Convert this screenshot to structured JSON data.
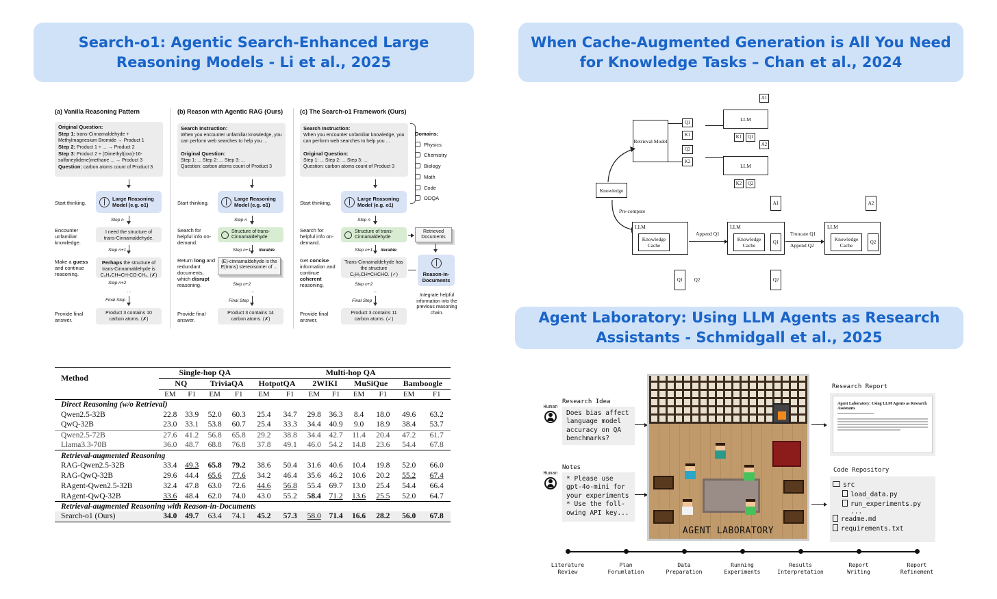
{
  "titles": {
    "search_o1": "Search-o1: Agentic Search-Enhanced Large Reasoning Models - Li et al., 2025",
    "cag": "When Cache-Augmented Generation is All You Need for Knowledge Tasks – Chan et al., 2024",
    "agent_lab": "Agent Laboratory: Using LLM Agents as Research Assistants - Schmidgall et al., 2025"
  },
  "search_o1_figure": {
    "columns": [
      "(a) Vanilla Reasoning Pattern",
      "(b) Reason with Agentic RAG (Ours)",
      "(c) The Search-o1 Framework (Ours)"
    ],
    "original_question": {
      "title": "Original Question:",
      "step1_label": "Step 1:",
      "step1": "trans-Cinnamaldehyde + Methylmagnesium Bromide → Product 1",
      "step2_label": "Step 2:",
      "step2": "Product 1 + ... → Product 2",
      "step3_label": "Step 3:",
      "step3": "Product 2 + (Dimethyl(oxo)-16-sulfaneylidene)methane ... → Product 3",
      "question_label": "Question:",
      "question": "carbon atoms count of Product 3"
    },
    "search_instruction": {
      "title": "Search Instruction:",
      "text": "When you encounter unfamiliar knowledge, you can perform web searches to help you ...",
      "oq_title": "Original Question:",
      "oq_steps": "Step 1: ... Step 2: ... Step 3: ...",
      "oq_question": "Question: carbon atoms count of Product 3"
    },
    "row_labels": {
      "start": "Start thinking.",
      "encounter": "Encounter unfamiliar knowledge.",
      "search": "Search for helpful info on-demand.",
      "guess_a": "Make a ",
      "guess_b": "guess",
      "guess_c": " and continue reasoning.",
      "return_a": "Return ",
      "return_b": "long",
      "return_c": " and redundant documents, which ",
      "return_d": "disrupt",
      "return_e": " reasoning.",
      "concise_a": "Get ",
      "concise_b": "concise",
      "concise_c": " information and continue ",
      "concise_d": "coherent",
      "concise_e": " reasoning.",
      "final": "Provide final answer."
    },
    "model_label": "Large Reasoning Model (e.g. o1)",
    "steps": {
      "n": "Step n",
      "n1": "Step n+1",
      "n2": "Step n+2",
      "final": "Final Step",
      "dots": "...",
      "iterable": "iterable"
    },
    "need_structure": "I need the structure of trans-Cinnamaldehyde.",
    "guess_text_a": "Perhaps",
    "guess_text_b": " the structure of trans-Cinnamaldehyde is C₉H₈CH=CH-CO-CH₃. (✗)",
    "search_query": "Structure of trans-Cinnamaldehyde",
    "rag_doc": "(E)-cinnamaldehyde is the E(trans) stereoisomer of ...",
    "o1_result": "Trans-Cinnamaldehyde has the structure C₆H₅CH=CHCHO. (✓)",
    "final_a": "Product 3 contains 10 carbon atoms. (✗)",
    "final_b": "Product 3 contains 14 carbon atoms. (✗)",
    "final_c": "Product 3 contains 11 carbon atoms. (✓)",
    "retrieved_docs": "Retrieved Documents",
    "reason_in_docs": "Reason-in-Documents",
    "integrate": "Integrate helpful information into the previous reasoning chain.",
    "domains_title": "Domains:",
    "domains": [
      "Physics",
      "Chemistry",
      "Biology",
      "Math",
      "Code",
      "ODQA"
    ]
  },
  "search_o1_table": {
    "group_headers": {
      "single": "Single-hop QA",
      "multi": "Multi-hop QA"
    },
    "method_header": "Method",
    "datasets": [
      "NQ",
      "TriviaQA",
      "HotpotQA",
      "2WIKI",
      "MuSiQue",
      "Bamboogle"
    ],
    "metrics": [
      "EM",
      "F1"
    ],
    "sections": [
      {
        "title": "Direct Reasoning (w/o Retrieval)",
        "rows": [
          {
            "method": "Qwen2.5-32B",
            "values": [
              "22.8",
              "33.9",
              "52.0",
              "60.3",
              "25.4",
              "34.7",
              "29.8",
              "36.3",
              "8.4",
              "18.0",
              "49.6",
              "63.2"
            ]
          },
          {
            "method": "QwQ-32B",
            "values": [
              "23.0",
              "33.1",
              "53.8",
              "60.7",
              "25.4",
              "33.3",
              "34.4",
              "40.9",
              "9.0",
              "18.9",
              "38.4",
              "53.7"
            ]
          }
        ],
        "extra_rows": [
          {
            "method": "Qwen2.5-72B",
            "values": [
              "27.6",
              "41.2",
              "56.8",
              "65.8",
              "29.2",
              "38.8",
              "34.4",
              "42.7",
              "11.4",
              "20.4",
              "47.2",
              "61.7"
            ]
          },
          {
            "method": "Llama3.3-70B",
            "values": [
              "36.0",
              "48.7",
              "68.8",
              "76.8",
              "37.8",
              "49.1",
              "46.0",
              "54.2",
              "14.8",
              "23.6",
              "54.4",
              "67.8"
            ]
          }
        ]
      },
      {
        "title": "Retrieval-augmented Reasoning",
        "rows": [
          {
            "method": "RAG-Qwen2.5-32B",
            "values": [
              "33.4",
              "49.3",
              "65.8",
              "79.2",
              "38.6",
              "50.4",
              "31.6",
              "40.6",
              "10.4",
              "19.8",
              "52.0",
              "66.0"
            ]
          },
          {
            "method": "RAG-QwQ-32B",
            "values": [
              "29.6",
              "44.4",
              "65.6",
              "77.6",
              "34.2",
              "46.4",
              "35.6",
              "46.2",
              "10.6",
              "20.2",
              "55.2",
              "67.4"
            ]
          },
          {
            "method": "RAgent-Qwen2.5-32B",
            "values": [
              "32.4",
              "47.8",
              "63.0",
              "72.6",
              "44.6",
              "56.8",
              "55.4",
              "69.7",
              "13.0",
              "25.4",
              "54.4",
              "66.4"
            ]
          },
          {
            "method": "RAgent-QwQ-32B",
            "values": [
              "33.6",
              "48.4",
              "62.0",
              "74.0",
              "43.0",
              "55.2",
              "58.4",
              "71.2",
              "13.6",
              "25.5",
              "52.0",
              "64.7"
            ]
          }
        ]
      },
      {
        "title": "Retrieval-augmented Reasoning with Reason-in-Documents",
        "rows": [
          {
            "method": "Search-o1 (Ours)",
            "values": [
              "34.0",
              "49.7",
              "63.4",
              "74.1",
              "45.2",
              "57.3",
              "58.0",
              "71.4",
              "16.6",
              "28.2",
              "56.0",
              "67.8"
            ]
          }
        ]
      }
    ]
  },
  "cag_figure": {
    "retrieval_model": "Retrieval Model",
    "knowledge": "Knowledge",
    "precompute": "Pre-compute",
    "llm": "LLM",
    "knowledge_cache": "Knowledge Cache",
    "q1": "Q1",
    "q2": "Q2",
    "k1": "K1",
    "k2": "K2",
    "a1": "A1",
    "a2": "A2",
    "append_q1": "Append Q1",
    "truncate_q1": "Truncate Q1",
    "append_q2": "Append Q2"
  },
  "agent_lab_figure": {
    "research_idea_label": "Research Idea",
    "research_idea": "Does bias affect\nlanguage model\naccuracy on QA\nbenchmarks?",
    "notes_label": "Notes",
    "notes": "* Please use\ngpt-4o-mini for\nyour experiments\n* Use the foll-\nowing API key...",
    "human": "Human",
    "game_plaque": "AGENT LABORATORY",
    "report_label": "Research Report",
    "report_title": "Agent Laboratory: Using LLM Agents as Research Assistants",
    "repo_label": "Code Repository",
    "repo_items": [
      "src",
      "load_data.py",
      "run_experiments.py",
      "...",
      "readme.md",
      "requirements.txt"
    ],
    "timeline": [
      "Literature\nReview",
      "Plan\nForumlation",
      "Data\nPreparation",
      "Running\nExperiments",
      "Results\nInterpretation",
      "Report\nWriting",
      "Report\nRefinement"
    ]
  }
}
